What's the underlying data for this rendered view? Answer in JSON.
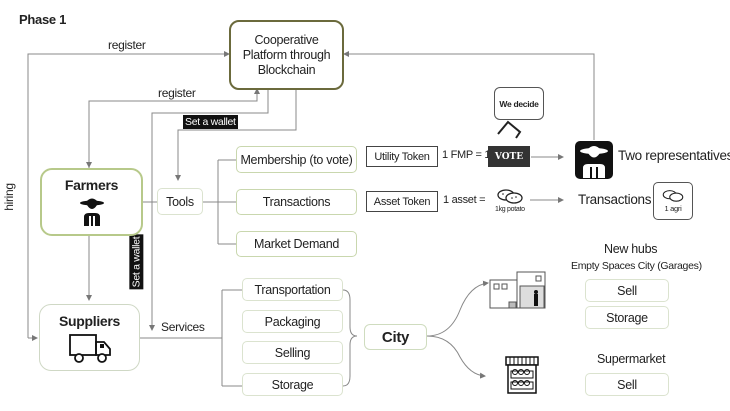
{
  "title": "Phase 1",
  "platform": {
    "label": "Cooperative Platform through Blockchain"
  },
  "edges": {
    "register_top": "register",
    "register_farmers": "register",
    "set_wallet_tools": "Set a wallet",
    "set_wallet_services": "Set a wallet",
    "hiring": "hiring",
    "services": "Services"
  },
  "farmers": {
    "label": "Farmers",
    "icon": "farmer-icon"
  },
  "suppliers": {
    "label": "Suppliers",
    "icon": "truck-icon"
  },
  "tools": {
    "label": "Tools"
  },
  "tool_items": [
    {
      "label": "Membership (to vote)"
    },
    {
      "label": "Transactions"
    },
    {
      "label": "Market Demand"
    }
  ],
  "tokens": {
    "utility": {
      "label": "Utility Token",
      "equation": "1 FMP = 1",
      "vote_label": "VOTE",
      "bubble": "We decide"
    },
    "asset": {
      "label": "Asset Token",
      "equation": "1 asset =",
      "potato_caption": "1kg potato"
    }
  },
  "outcomes": {
    "representatives": "Two representatives",
    "transactions": "Transactions",
    "agri_caption": "1 agri"
  },
  "services": [
    {
      "label": "Transportation"
    },
    {
      "label": "Packaging"
    },
    {
      "label": "Selling"
    },
    {
      "label": "Storage"
    }
  ],
  "city": {
    "label": "City"
  },
  "hubs": {
    "title": "New hubs",
    "subtitle": "Empty Spaces City (Garages)",
    "items": [
      {
        "label": "Sell"
      },
      {
        "label": "Storage"
      }
    ]
  },
  "supermarket": {
    "title": "Supermarket",
    "items": [
      {
        "label": "Sell"
      }
    ]
  },
  "colors": {
    "platform_border": "#6b6a3c",
    "green_border": "#b7c98a",
    "line": "#777777"
  }
}
